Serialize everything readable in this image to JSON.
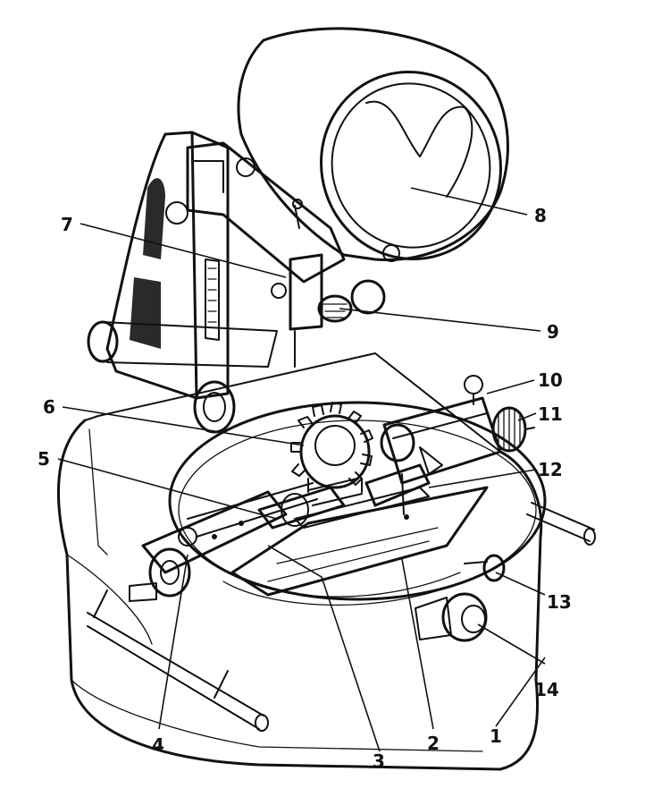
{
  "figure": {
    "callouts": [
      {
        "id": "c1",
        "text": "1"
      },
      {
        "id": "c2",
        "text": "2"
      },
      {
        "id": "c3",
        "text": "3"
      },
      {
        "id": "c4",
        "text": "4"
      },
      {
        "id": "c5",
        "text": "5"
      },
      {
        "id": "c6",
        "text": "6"
      },
      {
        "id": "c7",
        "text": "7"
      },
      {
        "id": "c8",
        "text": "8"
      },
      {
        "id": "c9",
        "text": "9"
      },
      {
        "id": "c10",
        "text": "10"
      },
      {
        "id": "c11",
        "text": "11"
      },
      {
        "id": "c12",
        "text": "12"
      },
      {
        "id": "c13",
        "text": "13"
      },
      {
        "id": "c14",
        "text": "14"
      }
    ],
    "colors": {
      "ink": "#111111",
      "paper": "#ffffff"
    }
  }
}
